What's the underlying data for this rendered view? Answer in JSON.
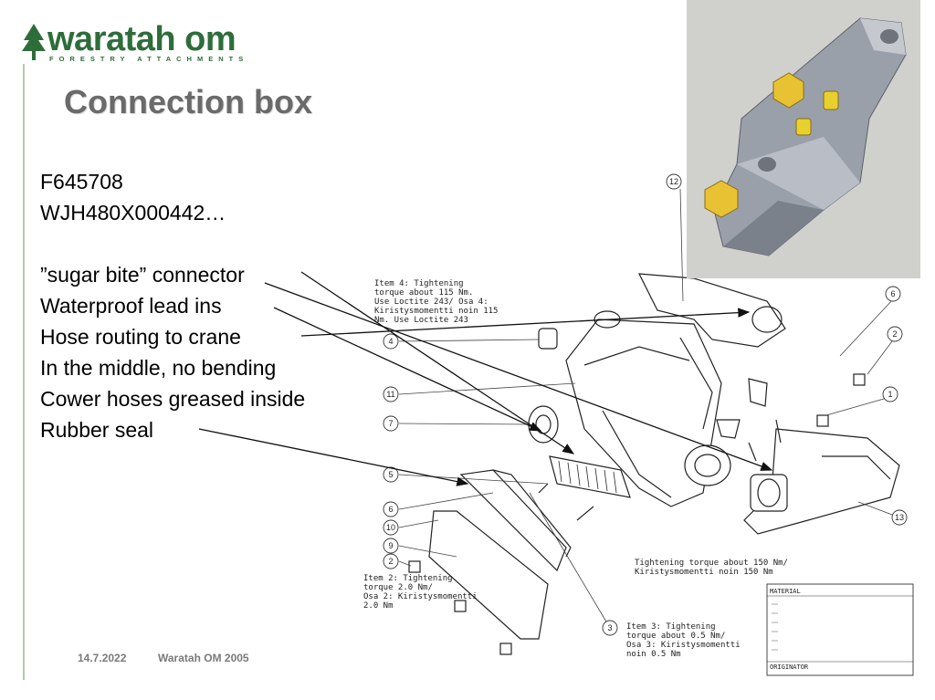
{
  "logo": {
    "name": "waratah om",
    "tagline": "FORESTRY ATTACHMENTS"
  },
  "slide": {
    "title": "Connection box",
    "lines": [
      "F645708",
      "WJH480X000442…",
      "",
      "”sugar bite” connector",
      "Waterproof lead ins",
      "Hose routing to crane",
      "In the middle, no bending",
      "Cower hoses greased inside",
      "Rubber seal"
    ]
  },
  "footer": {
    "date": "14.7.2022",
    "company": "Waratah OM 2005"
  },
  "drawing": {
    "notes": {
      "item4": [
        "Item 4: Tightening",
        "torque  about 115 Nm.",
        "Use Loctite 243/ Osa 4:",
        "Kiristysmomentti noin 115",
        "Nm. Use Loctite 243"
      ],
      "item2": [
        "Item 2: Tightening",
        "torque 2.0 Nm/",
        "Osa 2: Kiristysmomentti",
        "2.0 Nm"
      ],
      "item3": [
        "Item 3: Tightening",
        "torque  about 0.5 Nm/",
        "Osa 3: Kiristysmomentti",
        "noin 0.5 Nm"
      ],
      "torque150": [
        "Tightening torque about 150 Nm/",
        "Kiristysmomentti noin 150 Nm"
      ]
    },
    "callouts": [
      "12",
      "6",
      "4",
      "2",
      "11",
      "1",
      "7",
      "5",
      "13",
      "6",
      "10",
      "9",
      "2",
      "3"
    ],
    "titleblock": {
      "material": "MATERIAL",
      "originator": "ORIGINATOR"
    }
  }
}
